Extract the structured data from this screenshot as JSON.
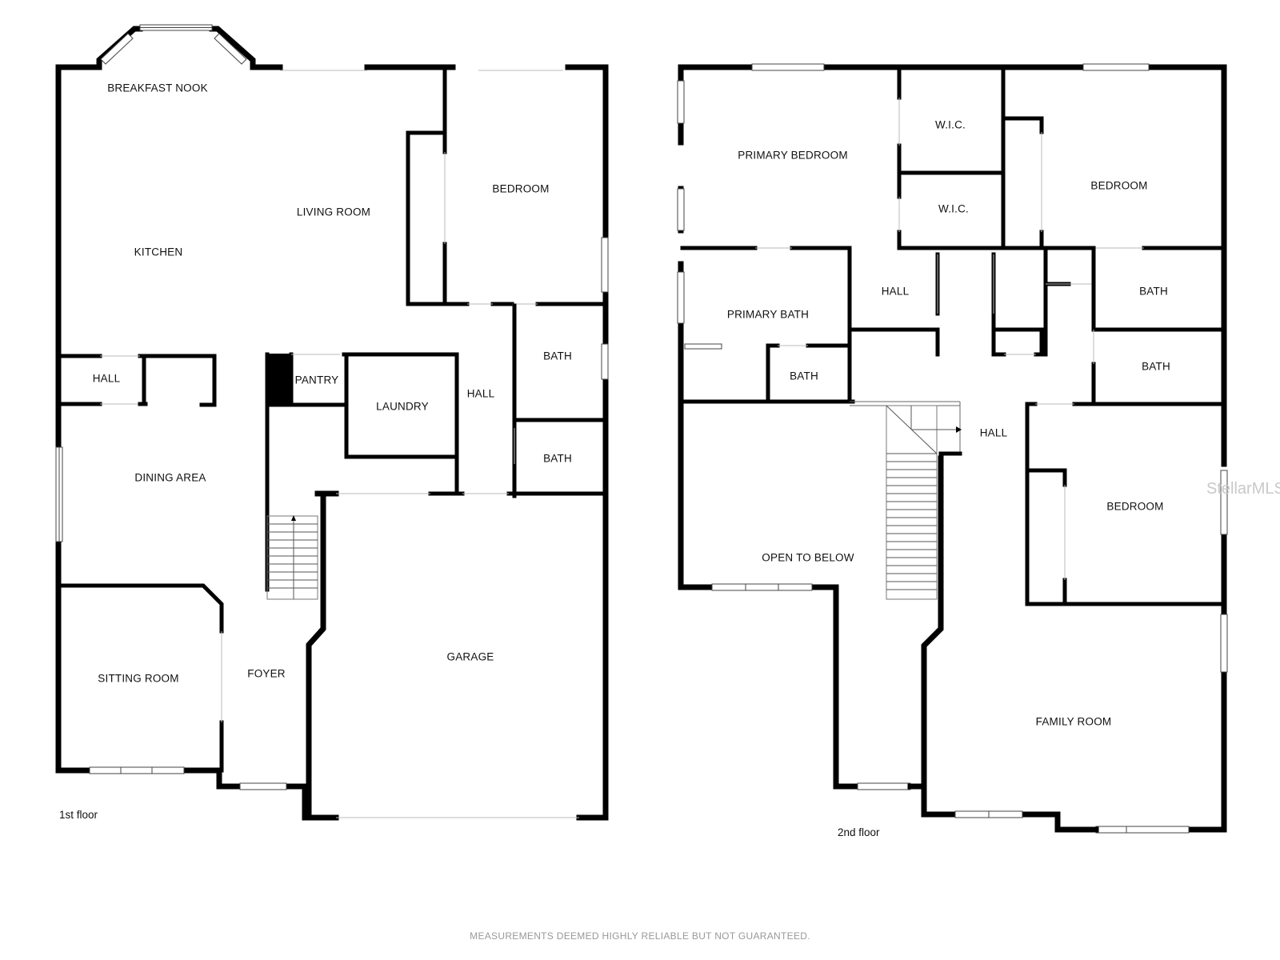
{
  "floors": [
    {
      "label": "1st floor",
      "rooms": [
        {
          "name": "BREAKFAST NOOK"
        },
        {
          "name": "LIVING ROOM"
        },
        {
          "name": "BEDROOM"
        },
        {
          "name": "KITCHEN"
        },
        {
          "name": "HALL"
        },
        {
          "name": "PANTRY"
        },
        {
          "name": "LAUNDRY"
        },
        {
          "name": "HALL"
        },
        {
          "name": "BATH"
        },
        {
          "name": "BATH"
        },
        {
          "name": "DINING AREA"
        },
        {
          "name": "SITTING ROOM"
        },
        {
          "name": "FOYER"
        },
        {
          "name": "GARAGE"
        }
      ]
    },
    {
      "label": "2nd floor",
      "rooms": [
        {
          "name": "PRIMARY BEDROOM"
        },
        {
          "name": "W.I.C."
        },
        {
          "name": "W.I.C."
        },
        {
          "name": "BEDROOM"
        },
        {
          "name": "HALL"
        },
        {
          "name": "PRIMARY BATH"
        },
        {
          "name": "BATH"
        },
        {
          "name": "BATH"
        },
        {
          "name": "BATH"
        },
        {
          "name": "HALL"
        },
        {
          "name": "BEDROOM"
        },
        {
          "name": "OPEN TO BELOW"
        },
        {
          "name": "FAMILY ROOM"
        }
      ]
    }
  ],
  "watermark": "StellarMLS",
  "footer": "MEASUREMENTS DEEMED HIGHLY RELIABLE BUT NOT GUARANTEED."
}
